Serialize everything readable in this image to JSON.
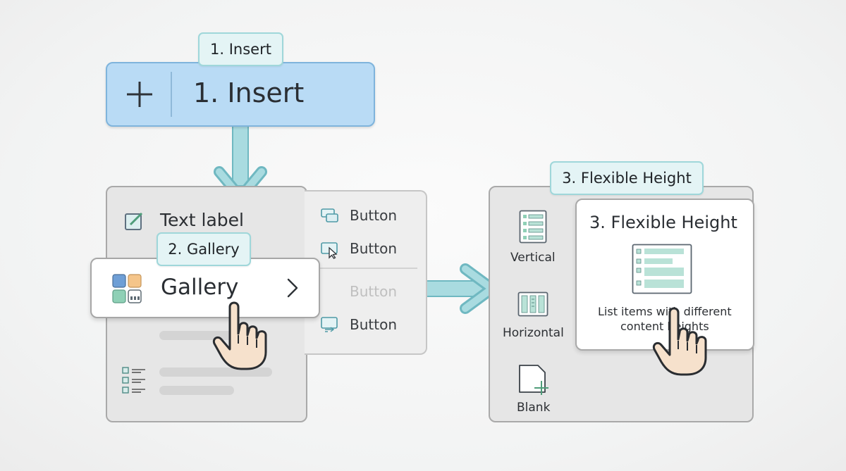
{
  "insert": {
    "badge": "1. Insert",
    "button_label": "1. Insert"
  },
  "gallery": {
    "badge": "2. Gallery",
    "text_label": "Text label",
    "gallery_label": "Gallery",
    "hidden_label": "Button",
    "submenu_buttons": [
      "Button",
      "Button",
      "Button"
    ]
  },
  "flexible": {
    "badge": "3. Flexible Height",
    "layouts": [
      "Vertical",
      "Horizontal",
      "Blank"
    ],
    "card_title": "3. Flexible Height",
    "card_caption_line1": "List items with different",
    "card_caption_line2": "content heights"
  },
  "colors": {
    "insert_fill": "#b9dbf5",
    "insert_border": "#7fb4dc",
    "badge_fill": "#e4f4f5",
    "badge_border": "#9fd7da",
    "arrow": "#a9dbe0",
    "arrow_outline": "#6fb8c1",
    "panel_fill": "#e6e6e6",
    "accent_teal": "#5ca7a1",
    "tile_blue": "#6f9fd6",
    "tile_orange": "#f5c58a",
    "tile_green": "#8fd0b6"
  },
  "icons": [
    "plus-icon",
    "edit-icon",
    "gallery-grid-icon",
    "chevron-right-icon",
    "list-icon",
    "hand-cursor-icon",
    "vertical-layout-icon",
    "horizontal-layout-icon",
    "blank-page-icon",
    "flexible-list-icon"
  ]
}
